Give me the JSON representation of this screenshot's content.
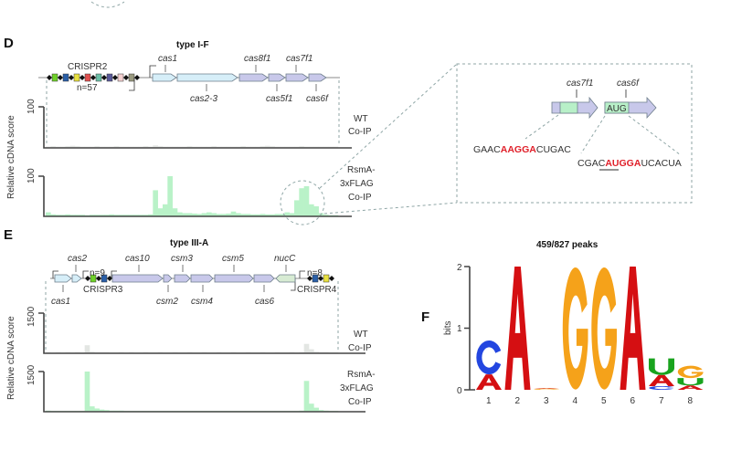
{
  "panel_d": {
    "label": "D",
    "title": "type I-F",
    "crispr": {
      "name": "CRISPR2",
      "count": "n=57"
    },
    "genes_top": [
      "cas1",
      "cas8f1",
      "cas7f1"
    ],
    "genes_bottom": [
      "cas2-3",
      "cas5f1",
      "cas6f"
    ],
    "y_axis_label": "Relative cDNA score",
    "wt": {
      "tick": "100",
      "label_1": "WT",
      "label_2": "Co-IP",
      "max": 100,
      "values": [
        3,
        4,
        3,
        3,
        4,
        5,
        4,
        3,
        3,
        3,
        4,
        3,
        3,
        3,
        4,
        3,
        3,
        3,
        3,
        3,
        4,
        3,
        6,
        4,
        3,
        3,
        3,
        3,
        3,
        4,
        3,
        3,
        3,
        3,
        4,
        3,
        3,
        3,
        3,
        3,
        4,
        3,
        3,
        3,
        4,
        5,
        4,
        3,
        3,
        3,
        3,
        3,
        4,
        3,
        3,
        3,
        3,
        3,
        3,
        3
      ]
    },
    "rsma": {
      "tick": "100",
      "label_1": "RsmA-",
      "label_2": "3xFLAG",
      "label_3": "Co-IP",
      "max": 100,
      "values": [
        10,
        5,
        4,
        4,
        5,
        4,
        4,
        4,
        3,
        4,
        4,
        4,
        4,
        5,
        4,
        4,
        4,
        4,
        4,
        4,
        4,
        5,
        65,
        20,
        30,
        100,
        20,
        10,
        8,
        8,
        7,
        6,
        8,
        10,
        8,
        6,
        6,
        7,
        12,
        8,
        6,
        6,
        5,
        5,
        6,
        5,
        5,
        6,
        6,
        10,
        8,
        40,
        70,
        75,
        30,
        25,
        8,
        4,
        3,
        3
      ]
    }
  },
  "zoom_box": {
    "gene_left": "cas7f1",
    "gene_right": "cas6f",
    "start_codon": "AUG",
    "seq1": {
      "pre": "GAAC",
      "motif": "AAGGA",
      "post": "CUGAC"
    },
    "seq2": {
      "pre": "CGAC",
      "motif": "AUGGA",
      "post": "UCACUA"
    }
  },
  "panel_e": {
    "label": "E",
    "title": "type III-A",
    "genes_top": [
      "cas2",
      "cas10",
      "csm3",
      "csm5",
      "nucC"
    ],
    "genes_bottom": [
      "cas1",
      "csm2",
      "csm4",
      "cas6"
    ],
    "crispr3": {
      "name": "CRISPR3",
      "count": "n=9"
    },
    "crispr4": {
      "name": "CRISPR4",
      "count": "n=8"
    },
    "y_axis_label": "Relative cDNA score",
    "wt": {
      "tick": "1500",
      "label_1": "WT",
      "label_2": "Co-IP",
      "max": 1500,
      "values": [
        40,
        30,
        40,
        30,
        40,
        30,
        40,
        30,
        300,
        60,
        40,
        40,
        40,
        30,
        30,
        40,
        30,
        40,
        30,
        30,
        40,
        30,
        30,
        40,
        30,
        30,
        40,
        30,
        30,
        40,
        30,
        30,
        40,
        30,
        30,
        40,
        30,
        30,
        40,
        30,
        30,
        40,
        30,
        30,
        40,
        30,
        30,
        40,
        30,
        30,
        40,
        30,
        40,
        350,
        150,
        60,
        40,
        40,
        30,
        30
      ]
    },
    "rsma": {
      "tick": "1500",
      "label_1": "RsmA-",
      "label_2": "3xFLAG",
      "label_3": "Co-IP",
      "max": 1500,
      "values": [
        40,
        30,
        30,
        30,
        30,
        30,
        30,
        30,
        1500,
        200,
        120,
        80,
        60,
        40,
        40,
        40,
        30,
        30,
        30,
        30,
        30,
        30,
        30,
        30,
        30,
        30,
        30,
        30,
        30,
        30,
        30,
        30,
        30,
        30,
        30,
        30,
        30,
        30,
        30,
        30,
        30,
        30,
        30,
        30,
        30,
        30,
        30,
        30,
        30,
        30,
        30,
        30,
        40,
        1150,
        300,
        150,
        60,
        40,
        30,
        30
      ]
    }
  },
  "panel_f": {
    "label": "F"
  },
  "chart_data": {
    "type": "sequence-logo",
    "title": "459/827 peaks",
    "ylabel": "bits",
    "ylim": [
      0,
      2
    ],
    "yticks": [
      "0",
      "1",
      "2"
    ],
    "positions": [
      "1",
      "2",
      "3",
      "4",
      "5",
      "6",
      "7",
      "8"
    ],
    "columns": [
      [
        {
          "base": "A",
          "bits": 0.25
        },
        {
          "base": "C",
          "bits": 0.55
        }
      ],
      [
        {
          "base": "A",
          "bits": 2.0
        }
      ],
      [
        {
          "base": "G",
          "bits": 0.02
        },
        {
          "base": "A",
          "bits": 0.01
        }
      ],
      [
        {
          "base": "G",
          "bits": 1.98
        }
      ],
      [
        {
          "base": "G",
          "bits": 1.98
        }
      ],
      [
        {
          "base": "A",
          "bits": 2.0
        }
      ],
      [
        {
          "base": "C",
          "bits": 0.06
        },
        {
          "base": "A",
          "bits": 0.18
        },
        {
          "base": "U",
          "bits": 0.27
        }
      ],
      [
        {
          "base": "A",
          "bits": 0.07
        },
        {
          "base": "U",
          "bits": 0.12
        },
        {
          "base": "G",
          "bits": 0.2
        }
      ]
    ],
    "colors": {
      "A": "#d50f12",
      "C": "#2346e0",
      "G": "#f5a21a",
      "U": "#19a31e"
    }
  }
}
